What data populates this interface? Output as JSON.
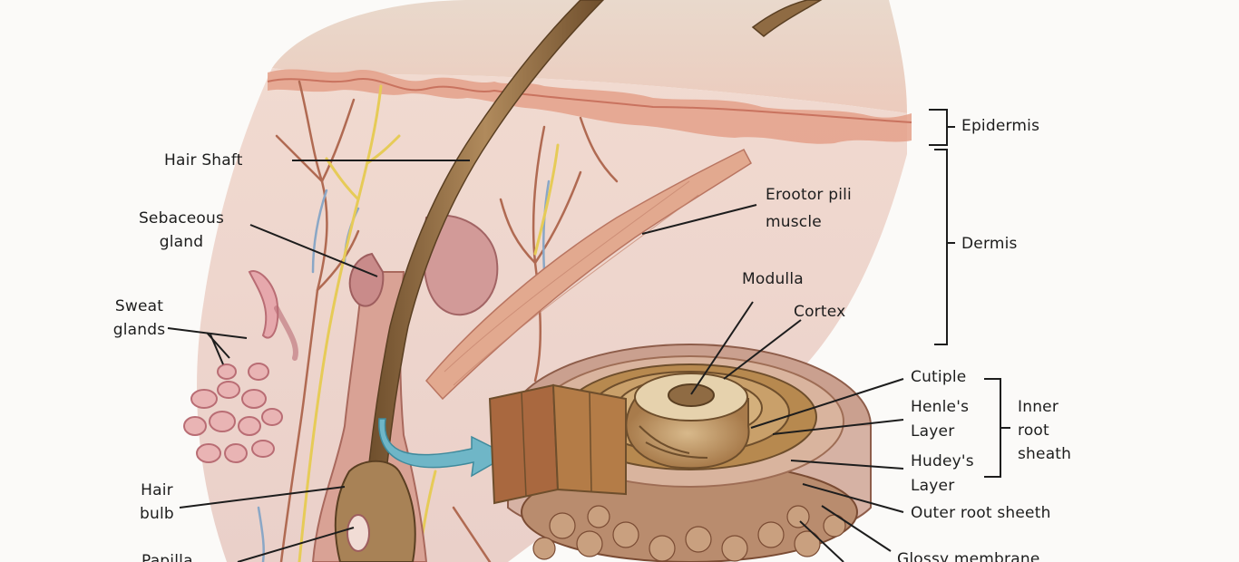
{
  "labels": {
    "hair_shaft": "Hair Shaft",
    "sebaceous_1": "Sebaceous",
    "sebaceous_2": "gland",
    "sweat_1": "Sweat",
    "sweat_2": "glands",
    "hair_bulb_1": "Hair",
    "hair_bulb_2": "bulb",
    "papilla": "Papilla",
    "epidermis": "Epidermis",
    "dermis": "Dermis",
    "arrector_1": "Erootor pili",
    "arrector_2": "muscle",
    "medulla": "Modulla",
    "cortex": "Cortex",
    "cuticle": "Cutiple",
    "henle_1": "Henle's",
    "henle_2": "Layer",
    "huxley_1": "Hudey's",
    "huxley_2": "Layer",
    "inner_root_1": "Inner",
    "inner_root_2": "root",
    "inner_root_3": "sheath",
    "outer_root": "Outer root sheeth",
    "glassy": "Glossy membrane"
  },
  "colors": {
    "background": "#fbfaf8",
    "skin_surface": "#ead3c1",
    "epidermis": "#e7a993",
    "dermis": "#efd3c8",
    "hair": "#8f6b43",
    "nerve": "#e6cb57",
    "vessel": "#b06a52",
    "vein": "#8aa7c6",
    "sweat_gland": "#e2a3a7",
    "follicle": "#c88a7a",
    "cross_section": "#b68a55",
    "arrow": "#6fb6c7",
    "leader_line": "#1d1d1d"
  }
}
